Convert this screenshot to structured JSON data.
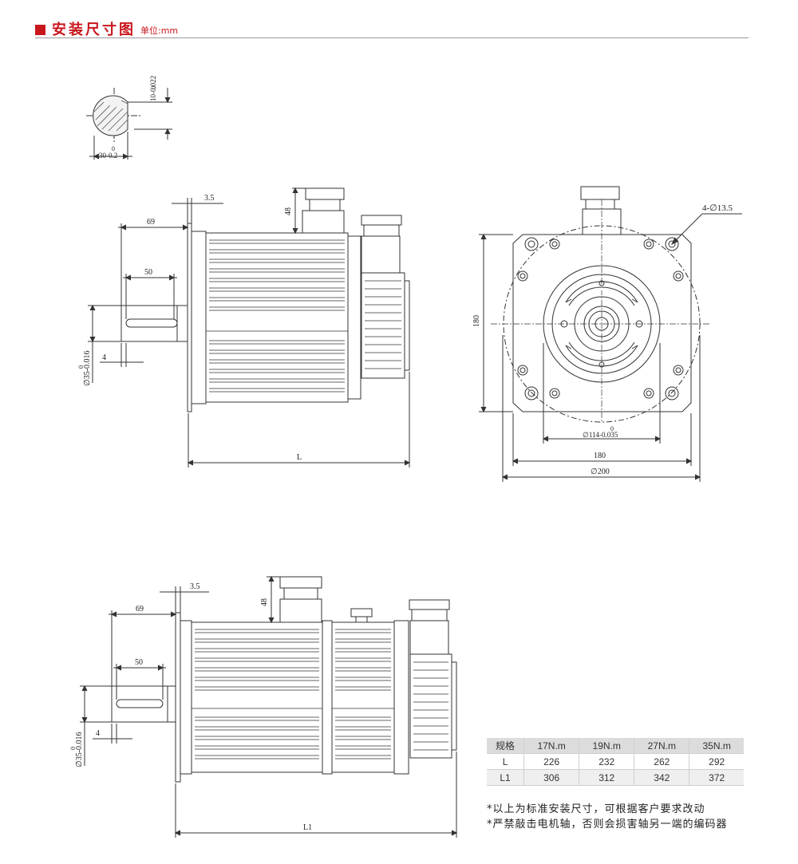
{
  "header": {
    "title": "安装尺寸图",
    "unit": "单位:mm"
  },
  "shaft_section": {
    "key_dim": "10-0.022",
    "key_tol": "0",
    "depth_dim": "30-0.2",
    "depth_tol": "0"
  },
  "side_view_1": {
    "flange": "3.5",
    "shaft_len": "69",
    "key_len": "50",
    "connector_h": "48",
    "shaft_dia": "∅35-0.016",
    "shaft_dia_tol": "0",
    "key_off": "4",
    "length": "L"
  },
  "front_view": {
    "holes": "4-∅13.5",
    "height": "180",
    "pilot": "∅114-0.035",
    "pilot_tol": "0",
    "width": "180",
    "circle": "∅200"
  },
  "side_view_2": {
    "flange": "3.5",
    "shaft_len": "69",
    "key_len": "50",
    "connector_h": "48",
    "shaft_dia": "∅35-0.016",
    "shaft_dia_tol": "0",
    "key_off": "4",
    "length": "L1"
  },
  "spec_table": {
    "headers": [
      "规格",
      "17N.m",
      "19N.m",
      "27N.m",
      "35N.m"
    ],
    "rows": [
      [
        "L",
        "226",
        "232",
        "262",
        "292"
      ],
      [
        "L1",
        "306",
        "312",
        "342",
        "372"
      ]
    ]
  },
  "notes": [
    "*以上为标准安装尺寸，可根据客户要求改动",
    "*严禁敲击电机轴，否则会损害轴另一端的编码器"
  ]
}
